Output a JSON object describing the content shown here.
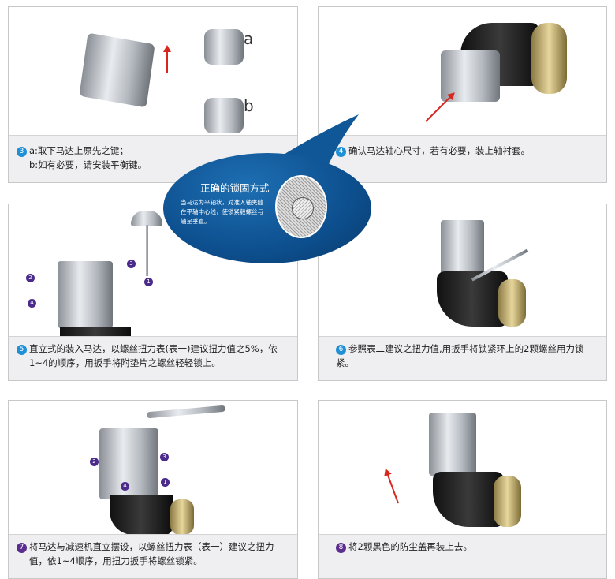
{
  "steps": [
    {
      "num": "3",
      "lines": [
        "a:取下马达上原先之键；",
        "b:如有必要，请安装平衡键。"
      ],
      "labels": [
        "a",
        "b"
      ]
    },
    {
      "num": "4",
      "lines": [
        "确认马达轴心尺寸，若有必要，装上轴衬套。"
      ]
    },
    {
      "num": "5",
      "lines": [
        "直立式的装入马达，以螺丝扭力表(表一)建议扭力值之5%，依",
        "1~4的顺序，用扳手将附垫片之螺丝轻轻锁上。"
      ],
      "badges": [
        "1",
        "2",
        "3",
        "4"
      ]
    },
    {
      "num": "6",
      "lines": [
        "参照表二建议之扭力值,用扳手将锁紧环上的2颗螺丝用力锁紧。"
      ]
    },
    {
      "num": "7",
      "lines": [
        "将马达与减速机直立摆设，以螺丝扭力表（表一）建议之扭力",
        "值，依1~4顺序，用扭力扳手将螺丝锁紧。"
      ],
      "badges": [
        "1",
        "2",
        "3",
        "4"
      ]
    },
    {
      "num": "8",
      "lines": [
        "将2颗黑色的防尘盖再装上去。"
      ]
    }
  ],
  "callout": {
    "title": "正确的锁固方式",
    "text": "当马达为平轴状，对准入轴夹缝在平轴中心线，使锁紧毂螺丝与轴呈垂直。"
  },
  "colors": {
    "accent": "#1f8fd6",
    "bubble": "#0d4f8e",
    "arrow": "#d9261c",
    "caption_bg": "#efeff1"
  }
}
